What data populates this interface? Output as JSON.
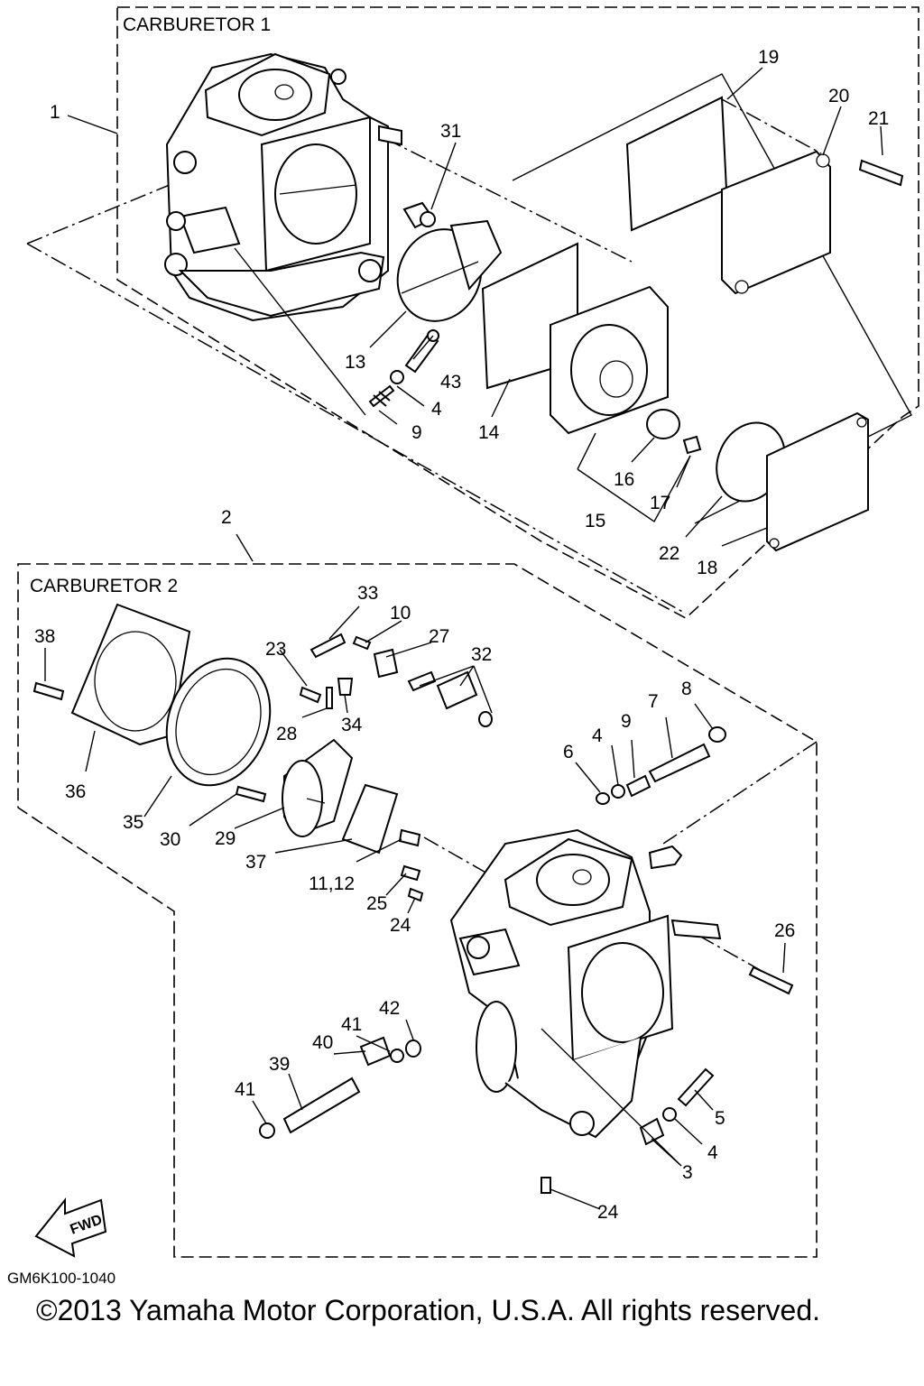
{
  "group_titles": {
    "carb1": "CARBURETOR 1",
    "carb2": "CARBURETOR 2"
  },
  "fwd_label": "FWD",
  "doc_code": "GM6K100-1040",
  "copyright": "©2013 Yamaha Motor Corporation, U.S.A. All rights reserved.",
  "callouts": {
    "c1": "1",
    "c2": "2",
    "c3": "3",
    "c4a": "4",
    "c4b": "4",
    "c4c": "4",
    "c5": "5",
    "c6": "6",
    "c7": "7",
    "c8": "8",
    "c9a": "9",
    "c9b": "9",
    "c10": "10",
    "c11_12": "11,12",
    "c13": "13",
    "c14": "14",
    "c15": "15",
    "c16": "16",
    "c17": "17",
    "c18": "18",
    "c19": "19",
    "c20": "20",
    "c21": "21",
    "c22": "22",
    "c23": "23",
    "c24a": "24",
    "c24b": "24",
    "c25": "25",
    "c26": "26",
    "c27": "27",
    "c28": "28",
    "c29": "29",
    "c30": "30",
    "c31": "31",
    "c32": "32",
    "c33": "33",
    "c34": "34",
    "c35": "35",
    "c36": "36",
    "c37": "37",
    "c38": "38",
    "c39": "39",
    "c40": "40",
    "c41a": "41",
    "c41b": "41",
    "c42": "42",
    "c43": "43"
  }
}
